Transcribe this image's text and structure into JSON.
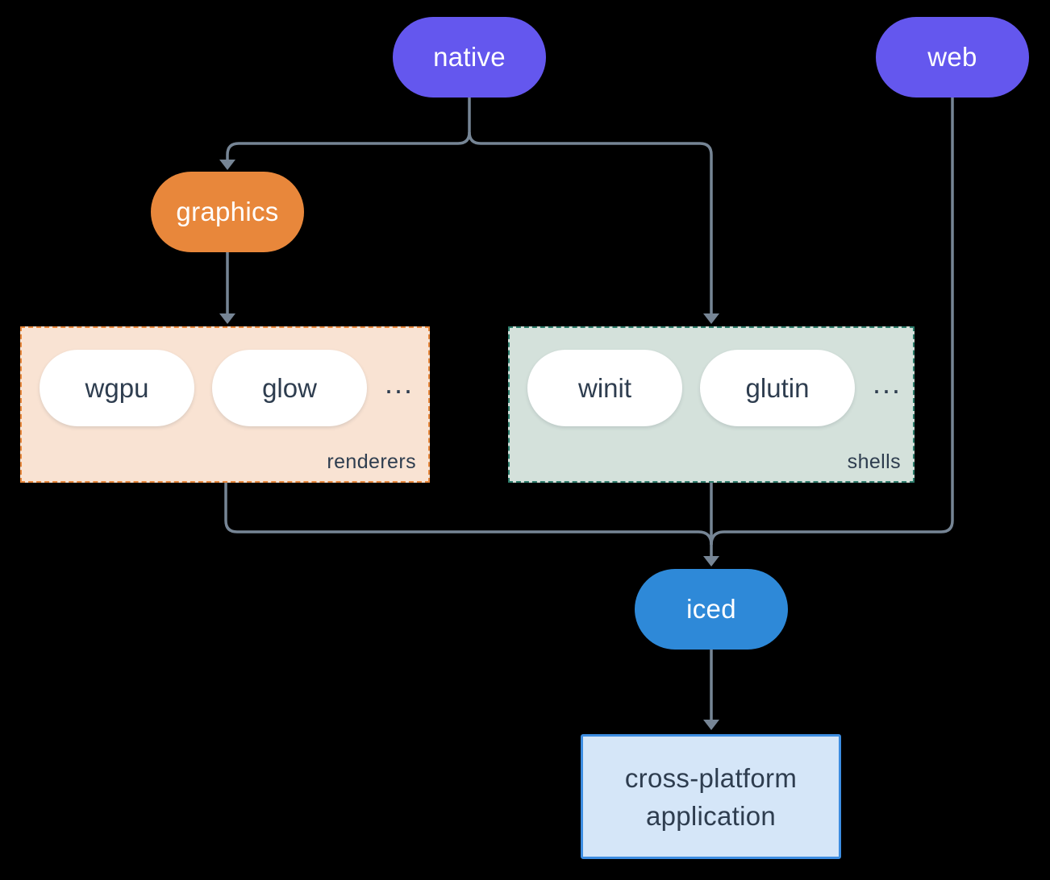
{
  "palette": {
    "bg": "#000000",
    "node-purple": "#6457ee",
    "node-orange": "#e8873b",
    "node-blue": "#2e89d8",
    "pill-white": "#ffffff",
    "text-light": "#ffffff",
    "text-dark": "#2e3d4f",
    "line": "#768595",
    "renderers-fill": "#f9e3d3",
    "renderers-border": "#e8873b",
    "shells-fill": "#d4e1db",
    "shells-border": "#2d7c6b",
    "app-fill": "#d5e6f8",
    "app-border": "#3d8de1"
  },
  "nodes": {
    "native": {
      "label": "native"
    },
    "web": {
      "label": "web"
    },
    "graphics": {
      "label": "graphics"
    },
    "iced": {
      "label": "iced"
    },
    "app": {
      "line1": "cross-platform",
      "line2": "application"
    }
  },
  "groups": {
    "renderers": {
      "label": "renderers",
      "items": [
        "wgpu",
        "glow"
      ],
      "ellipsis": "..."
    },
    "shells": {
      "label": "shells",
      "items": [
        "winit",
        "glutin"
      ],
      "ellipsis": "..."
    }
  },
  "connections": [
    {
      "from": "native",
      "to": "graphics"
    },
    {
      "from": "native",
      "to": "shells"
    },
    {
      "from": "graphics",
      "to": "renderers"
    },
    {
      "from": "renderers",
      "to": "iced"
    },
    {
      "from": "shells",
      "to": "iced"
    },
    {
      "from": "web",
      "to": "iced"
    },
    {
      "from": "iced",
      "to": "app"
    }
  ]
}
